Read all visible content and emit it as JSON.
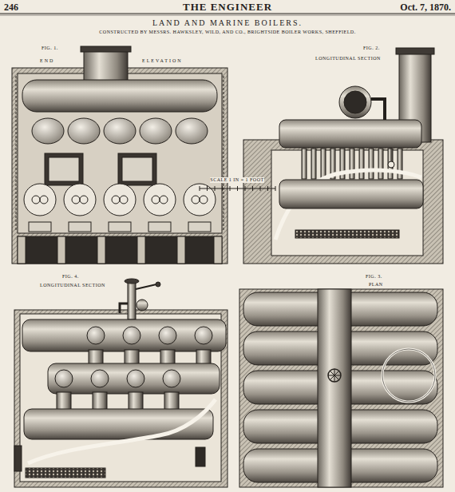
{
  "diagram": {
    "title": "LAND AND MARINE BOILERS.",
    "labels": [
      "246",
      "THE ENGINEER",
      "Oct. 7, 1870.",
      "CONSTRUCTED BY MESSRS. HAWKSLEY, WILD, AND CO., BRIGHTSIDE BOILER WORKS, SHEFFIELD.",
      "FIG. 1.",
      "END",
      "ELEVATION",
      "FIG. 2.",
      "LONGITUDINAL SECTION",
      "SCALE 1 IN = 1 FOOT",
      "FIG. 4.",
      "LONGITUDINAL SECTION",
      "FIG. 3.",
      "PLAN"
    ]
  }
}
